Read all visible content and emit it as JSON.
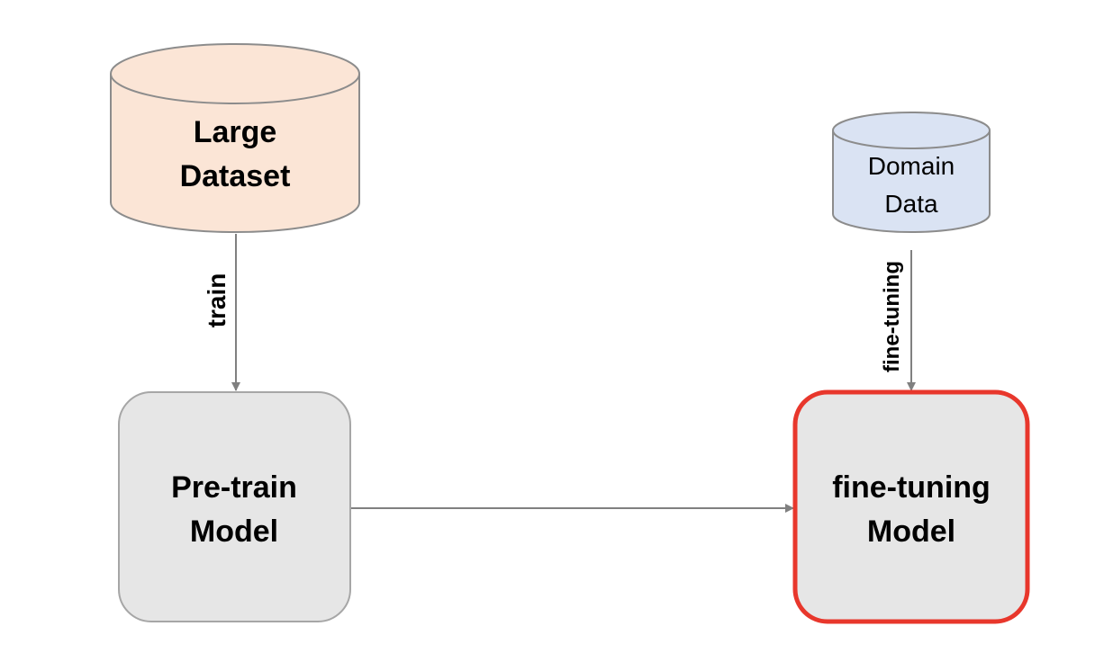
{
  "nodes": {
    "large_dataset": {
      "line1": "Large",
      "line2": "Dataset",
      "fill_color": "#fbe5d6",
      "stroke_color": "#8c8c8c"
    },
    "domain_data": {
      "line1": "Domain",
      "line2": "Data",
      "fill_color": "#dae3f3",
      "stroke_color": "#8c8c8c"
    },
    "pretrain_model": {
      "line1": "Pre-train",
      "line2": "Model",
      "fill_color": "#e6e6e6",
      "stroke_color": "#a6a6a6"
    },
    "finetuning_model": {
      "line1": "fine-tuning",
      "line2": "Model",
      "fill_color": "#e6e6e6",
      "stroke_color": "#e8372c"
    }
  },
  "edges": {
    "train_label": "train",
    "finetuning_label": "fine-tuning",
    "arrow_color": "#808080"
  }
}
